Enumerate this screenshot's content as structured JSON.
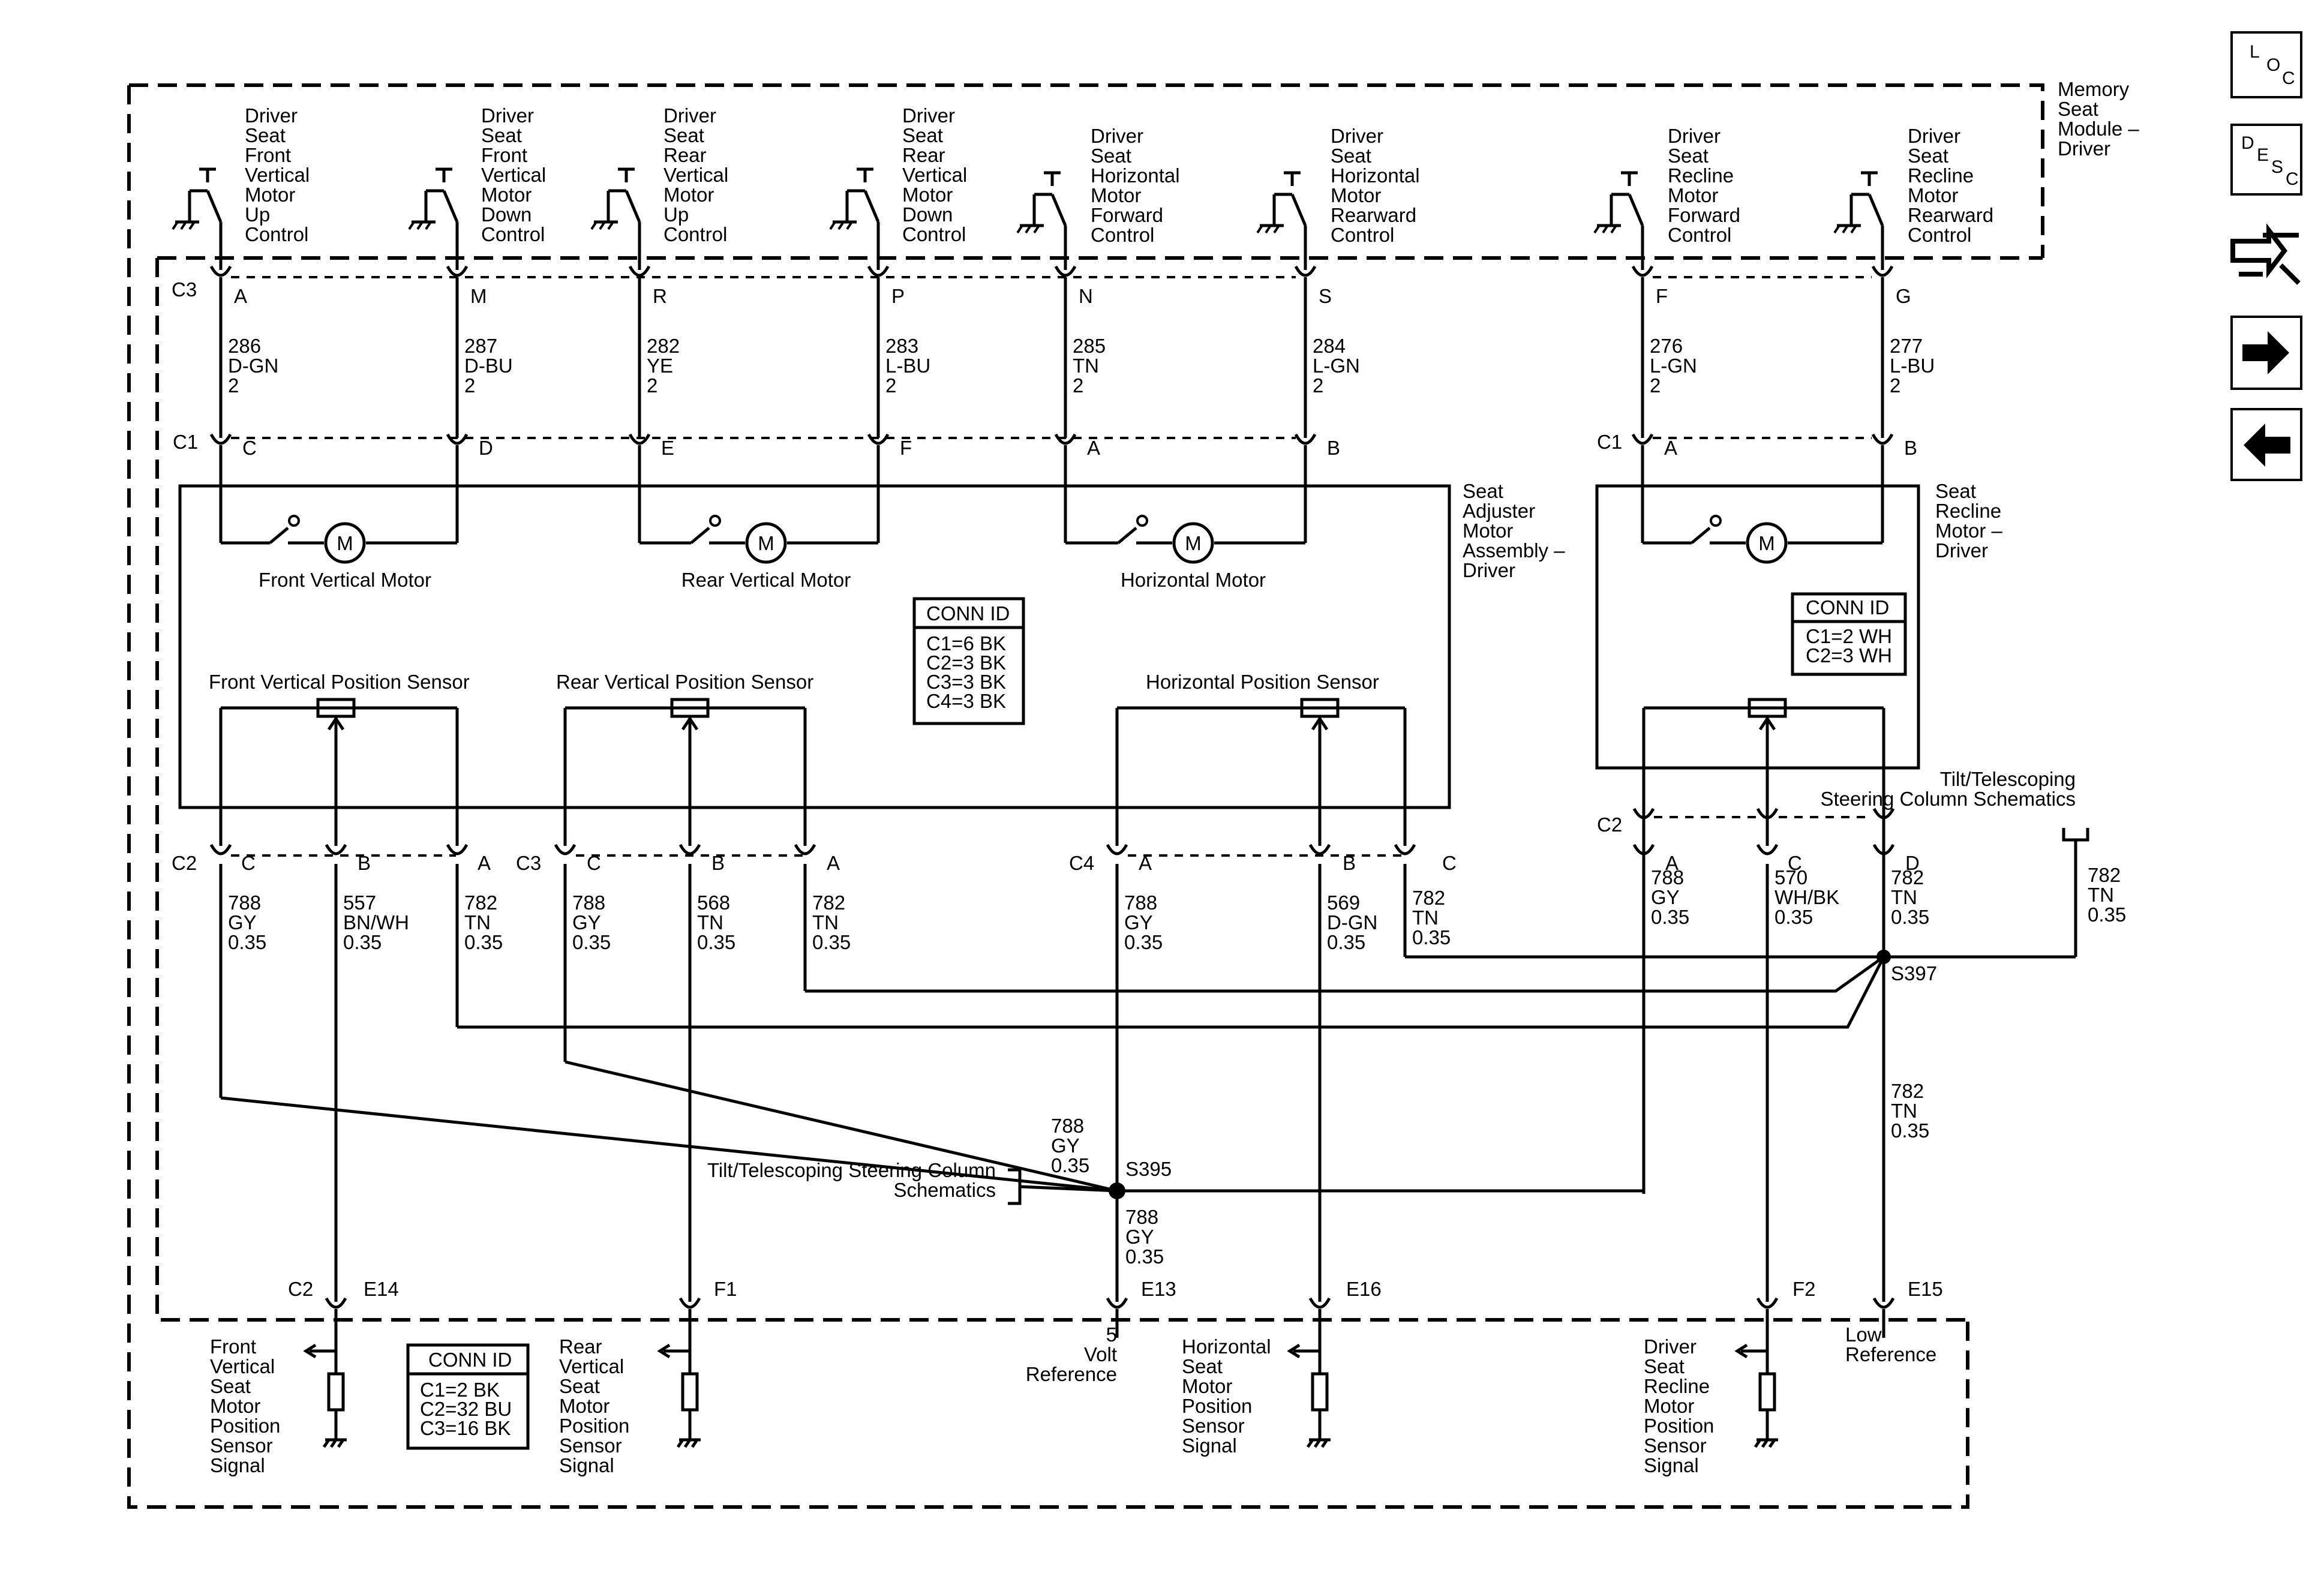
{
  "nav": {
    "loc": [
      "L",
      "O",
      "C"
    ],
    "desc": [
      "D",
      "E",
      "S",
      "C"
    ],
    "icons": [
      "symbol-icon",
      "next-arrow-icon",
      "prev-arrow-icon"
    ]
  },
  "module_label": [
    "Memory",
    "Seat",
    "Module –",
    "Driver"
  ],
  "controls": [
    {
      "lines": [
        "Driver",
        "Seat",
        "Front",
        "Vertical",
        "Motor",
        "Up",
        "Control"
      ],
      "pin": "A",
      "circuit": "286",
      "color": "D-GN",
      "gauge": "2",
      "c1pin": "C"
    },
    {
      "lines": [
        "Driver",
        "Seat",
        "Front",
        "Vertical",
        "Motor",
        "Down",
        "Control"
      ],
      "pin": "M",
      "circuit": "287",
      "color": "D-BU",
      "gauge": "2",
      "c1pin": "D"
    },
    {
      "lines": [
        "Driver",
        "Seat",
        "Rear",
        "Vertical",
        "Motor",
        "Up",
        "Control"
      ],
      "pin": "R",
      "circuit": "282",
      "color": "YE",
      "gauge": "2",
      "c1pin": "E"
    },
    {
      "lines": [
        "Driver",
        "Seat",
        "Rear",
        "Vertical",
        "Motor",
        "Down",
        "Control"
      ],
      "pin": "P",
      "circuit": "283",
      "color": "L-BU",
      "gauge": "2",
      "c1pin": "F"
    },
    {
      "lines": [
        "Driver",
        "Seat",
        "Horizontal",
        "Motor",
        "Forward",
        "Control"
      ],
      "pin": "N",
      "circuit": "285",
      "color": "TN",
      "gauge": "2",
      "c1pin": "A"
    },
    {
      "lines": [
        "Driver",
        "Seat",
        "Horizontal",
        "Motor",
        "Rearward",
        "Control"
      ],
      "pin": "S",
      "circuit": "284",
      "color": "L-GN",
      "gauge": "2",
      "c1pin": "B"
    },
    {
      "lines": [
        "Driver",
        "Seat",
        "Recline",
        "Motor",
        "Forward",
        "Control"
      ],
      "pin": "F",
      "circuit": "276",
      "color": "L-GN",
      "gauge": "2",
      "c1pin": "A"
    },
    {
      "lines": [
        "Driver",
        "Seat",
        "Recline",
        "Motor",
        "Rearward",
        "Control"
      ],
      "pin": "G",
      "circuit": "277",
      "color": "L-BU",
      "gauge": "2",
      "c1pin": "B"
    }
  ],
  "connectors": {
    "c3": "C3",
    "c1": "C1",
    "c2": "C2",
    "c4": "C4"
  },
  "seat_adjuster": [
    "Seat",
    "Adjuster",
    "Motor",
    "Assembly –",
    "Driver"
  ],
  "seat_recline": [
    "Seat",
    "Recline",
    "Motor –",
    "Driver"
  ],
  "motors": [
    "Front Vertical Motor",
    "Rear Vertical Motor",
    "Horizontal Motor"
  ],
  "motor_symbol": "M",
  "sensors": [
    "Front Vertical Position Sensor",
    "Rear Vertical Position Sensor",
    "Horizontal Position Sensor"
  ],
  "conn_id_main": {
    "title": "CONN ID",
    "lines": [
      "C1=6 BK",
      "C2=3 BK",
      "C3=3 BK",
      "C4=3 BK"
    ]
  },
  "conn_id_recline": {
    "title": "CONN ID",
    "lines": [
      "C1=2 WH",
      "C2=3 WH"
    ]
  },
  "conn_id_module": {
    "title": "CONN ID",
    "lines": [
      "C1=2 BK",
      "C2=32 BU",
      "C3=16 BK"
    ]
  },
  "sensor_wires": [
    {
      "pin": "C",
      "circuit": "788",
      "color": "GY",
      "gauge": "0.35"
    },
    {
      "pin": "B",
      "circuit": "557",
      "color": "BN/WH",
      "gauge": "0.35"
    },
    {
      "pin": "A",
      "circuit": "782",
      "color": "TN",
      "gauge": "0.35"
    },
    {
      "pin": "C",
      "circuit": "788",
      "color": "GY",
      "gauge": "0.35"
    },
    {
      "pin": "B",
      "circuit": "568",
      "color": "TN",
      "gauge": "0.35"
    },
    {
      "pin": "A",
      "circuit": "782",
      "color": "TN",
      "gauge": "0.35"
    },
    {
      "pin": "A",
      "circuit": "788",
      "color": "GY",
      "gauge": "0.35"
    },
    {
      "pin": "B",
      "circuit": "569",
      "color": "D-GN",
      "gauge": "0.35"
    },
    {
      "pin": "C",
      "circuit": "782",
      "color": "TN",
      "gauge": "0.35"
    },
    {
      "pin": "A",
      "circuit": "788",
      "color": "GY",
      "gauge": "0.35"
    },
    {
      "pin": "C",
      "circuit": "570",
      "color": "WH/BK",
      "gauge": "0.35"
    },
    {
      "pin": "D",
      "circuit": "782",
      "color": "TN",
      "gauge": "0.35"
    }
  ],
  "tilt_top": [
    "Tilt/Telescoping",
    "Steering Column Schematics"
  ],
  "tilt_top_wire": {
    "circuit": "782",
    "color": "TN",
    "gauge": "0.35"
  },
  "splice_s397": "S397",
  "s397_down": {
    "circuit": "782",
    "color": "TN",
    "gauge": "0.35"
  },
  "splice_s395": "S395",
  "s395_up": {
    "circuit": "788",
    "color": "GY",
    "gauge": "0.35"
  },
  "s395_down": {
    "circuit": "788",
    "color": "GY",
    "gauge": "0.35"
  },
  "tilt_left": [
    "Tilt/Telescoping Steering Column",
    "Schematics"
  ],
  "bottom_pins": [
    "E14",
    "F1",
    "E13",
    "E16",
    "F2",
    "E15"
  ],
  "bottom_c2": "C2",
  "signals": [
    [
      "Front",
      "Vertical",
      "Seat",
      "Motor",
      "Position",
      "Sensor",
      "Signal"
    ],
    [
      "Rear",
      "Vertical",
      "Seat",
      "Motor",
      "Position",
      "Sensor",
      "Signal"
    ],
    [
      "5",
      "Volt",
      "Reference"
    ],
    [
      "Horizontal",
      "Seat",
      "Motor",
      "Position",
      "Sensor",
      "Signal"
    ],
    [
      "Driver",
      "Seat",
      "Recline",
      "Motor",
      "Position",
      "Sensor",
      "Signal"
    ],
    [
      "Low",
      "Reference"
    ]
  ]
}
